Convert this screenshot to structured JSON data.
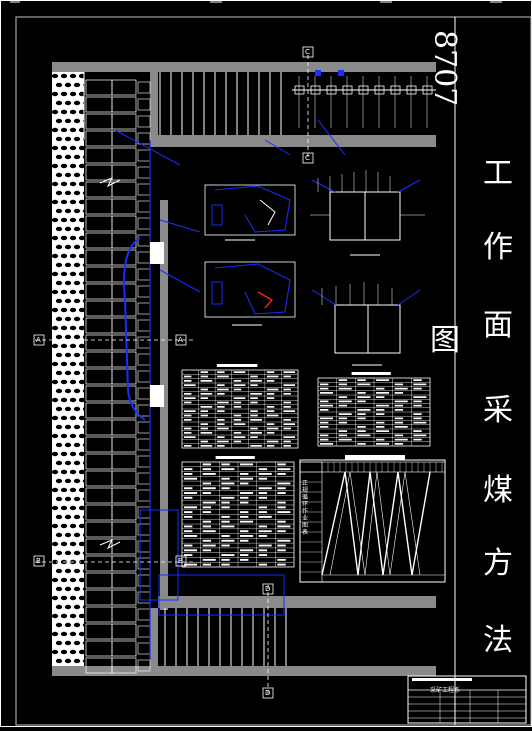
{
  "title": {
    "number": "8707",
    "chars": [
      "工",
      "作",
      "面",
      "采",
      "煤",
      "方",
      "法",
      "图"
    ]
  },
  "section_markers": {
    "c": "C",
    "a": "A",
    "b": "B",
    "d": "D"
  },
  "title_block": {
    "name": "采矿工程系"
  },
  "chart_panel": {
    "label": "正规循环作业图表"
  },
  "colors": {
    "line": "#ffffff",
    "accent": "#1a2cff",
    "wall": "#8a8a8a",
    "highlight": "#ff2020",
    "background": "#000000"
  }
}
